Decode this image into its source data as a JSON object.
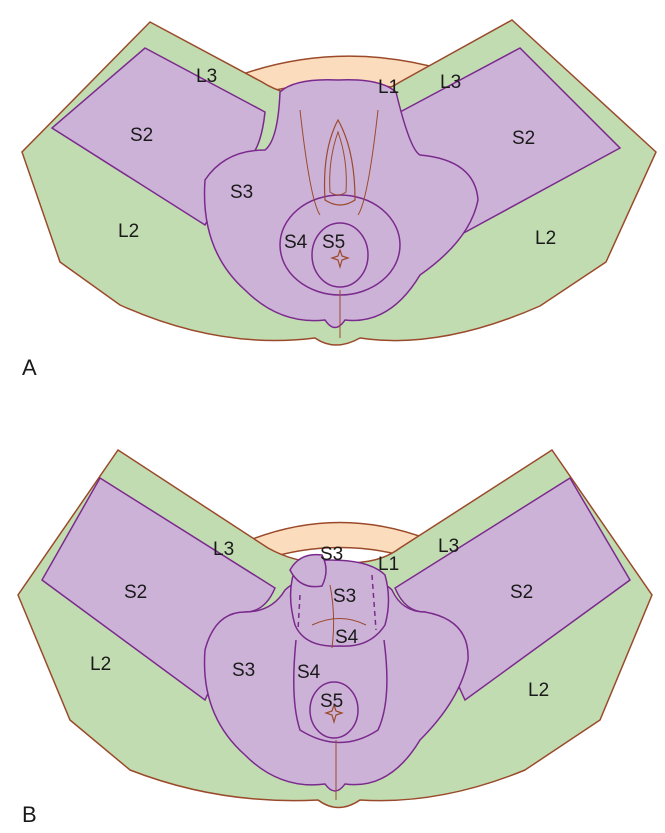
{
  "colors": {
    "green": "#c2dcb2",
    "purple": "#cdb2d8",
    "peach": "#fbdcbc",
    "brown_outline": "#9a4a2a",
    "purple_outline": "#7a2a8c",
    "dark_outline": "#2e5a2e"
  },
  "panel_a": {
    "letter": "A",
    "labels": {
      "l3_left": "L3",
      "l1": "L1",
      "l3_right": "L3",
      "s2_left": "S2",
      "s2_right": "S2",
      "s3": "S3",
      "l2_left": "L2",
      "l2_right": "L2",
      "s4": "S4",
      "s5": "S5"
    }
  },
  "panel_b": {
    "letter": "B",
    "labels": {
      "l3_left": "L3",
      "s3_top": "S3",
      "l1": "L1",
      "l3_right": "L3",
      "s2_left": "S2",
      "s3_scrotum": "S3",
      "s2_right": "S2",
      "s4_upper": "S4",
      "s3_left": "S3",
      "s4": "S4",
      "l2_left": "L2",
      "l2_right": "L2",
      "s5": "S5"
    }
  }
}
